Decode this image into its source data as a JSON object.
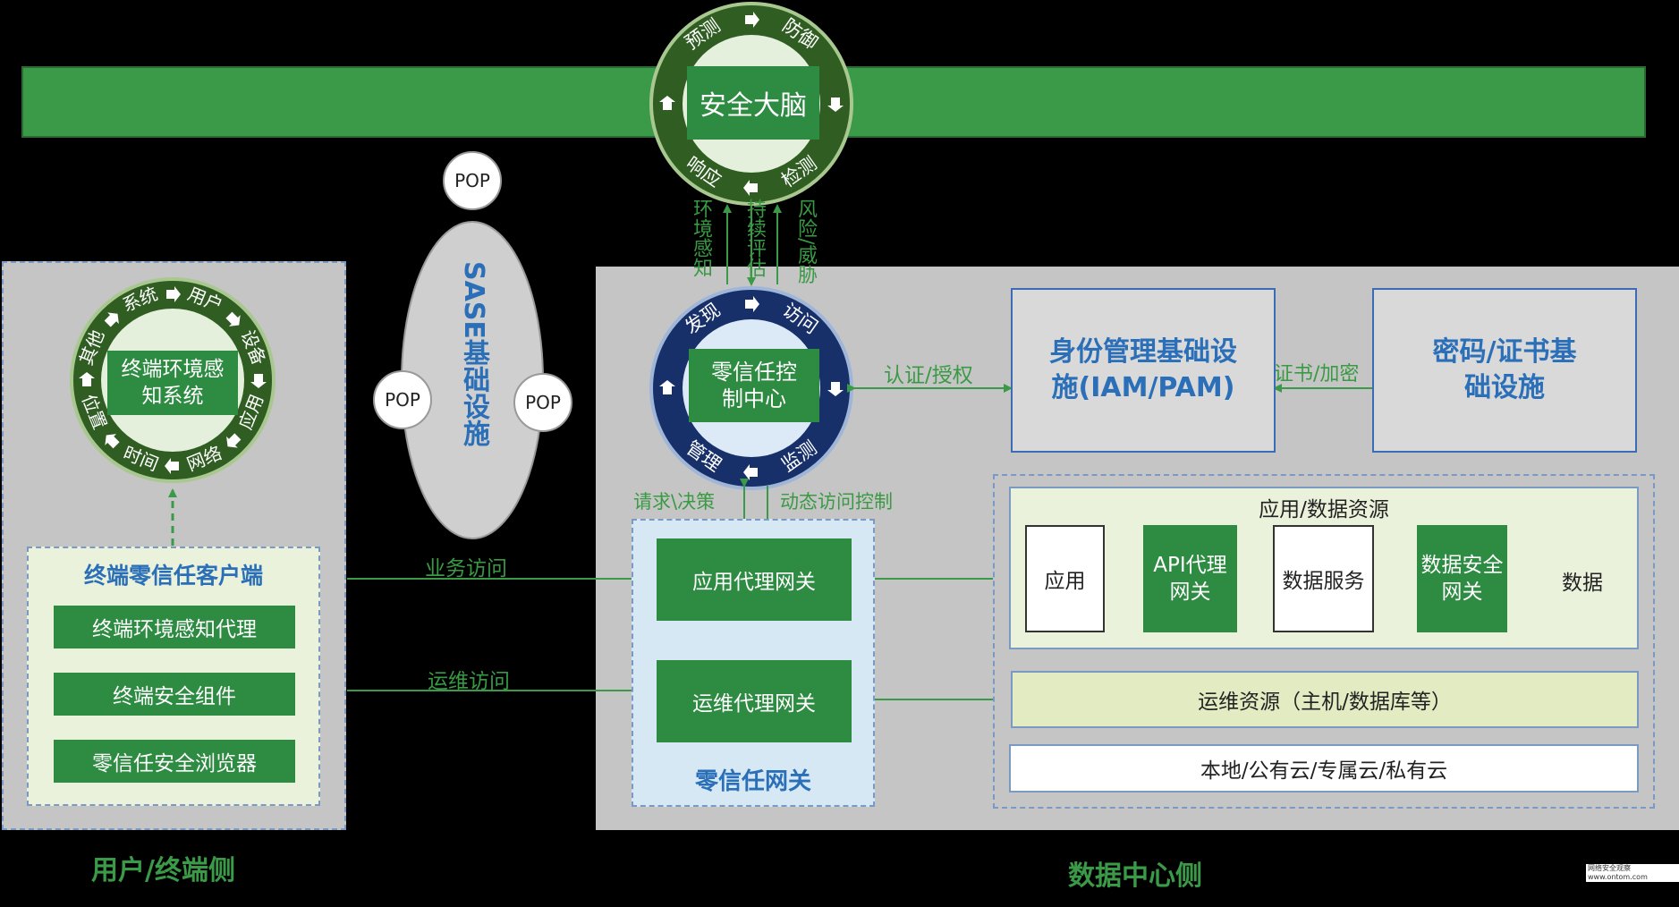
{
  "top_bar_color": "#3a9a48",
  "brain": {
    "label": "安全大脑",
    "ring": [
      "预测",
      "防御",
      "检测",
      "响应"
    ]
  },
  "vertical_labels": [
    "环境感知",
    "持续评估",
    "风险/威胁"
  ],
  "sase": {
    "label": "SASE基础设施",
    "pops": [
      "POP",
      "POP",
      "POP"
    ]
  },
  "user_side": {
    "title": "用户/终端侧",
    "sensing_ring": {
      "center": "终端环境感知系统",
      "ring": [
        "系统",
        "用户",
        "设备",
        "应用",
        "网络",
        "时间",
        "位置",
        "其他"
      ]
    },
    "client": {
      "title": "终端零信任客户端",
      "items": [
        "终端环境感知代理",
        "终端安全组件",
        "零信任安全浏览器"
      ]
    }
  },
  "datacenter": {
    "title": "数据中心侧",
    "control_center": {
      "center": "零信任控制中心",
      "ring": [
        "发现",
        "访问",
        "监测",
        "管理"
      ]
    },
    "auth_label": "认证/授权",
    "iam": {
      "label": "身份管理基础设施(IAM/PAM)"
    },
    "crypto": {
      "label": "密码/证书基础设施"
    },
    "cert_label": "证书/加密",
    "request_label": "请求\\决策",
    "dynamic_label": "动态访问控制",
    "gateway": {
      "title": "零信任网关",
      "app_gateway": "应用代理网关",
      "ops_gateway": "运维代理网关"
    },
    "biz_access": "业务访问",
    "ops_access": "运维访问",
    "resources": {
      "app_data_title": "应用/数据资源",
      "chain": [
        "应用",
        "API代理网关",
        "数据服务",
        "数据安全网关",
        "数据"
      ],
      "ops_resource": "运维资源（主机/数据库等）",
      "cloud": "本地/公有云/专属云/私有云"
    }
  },
  "watermark": "网络安全观察 www.ontom.com"
}
